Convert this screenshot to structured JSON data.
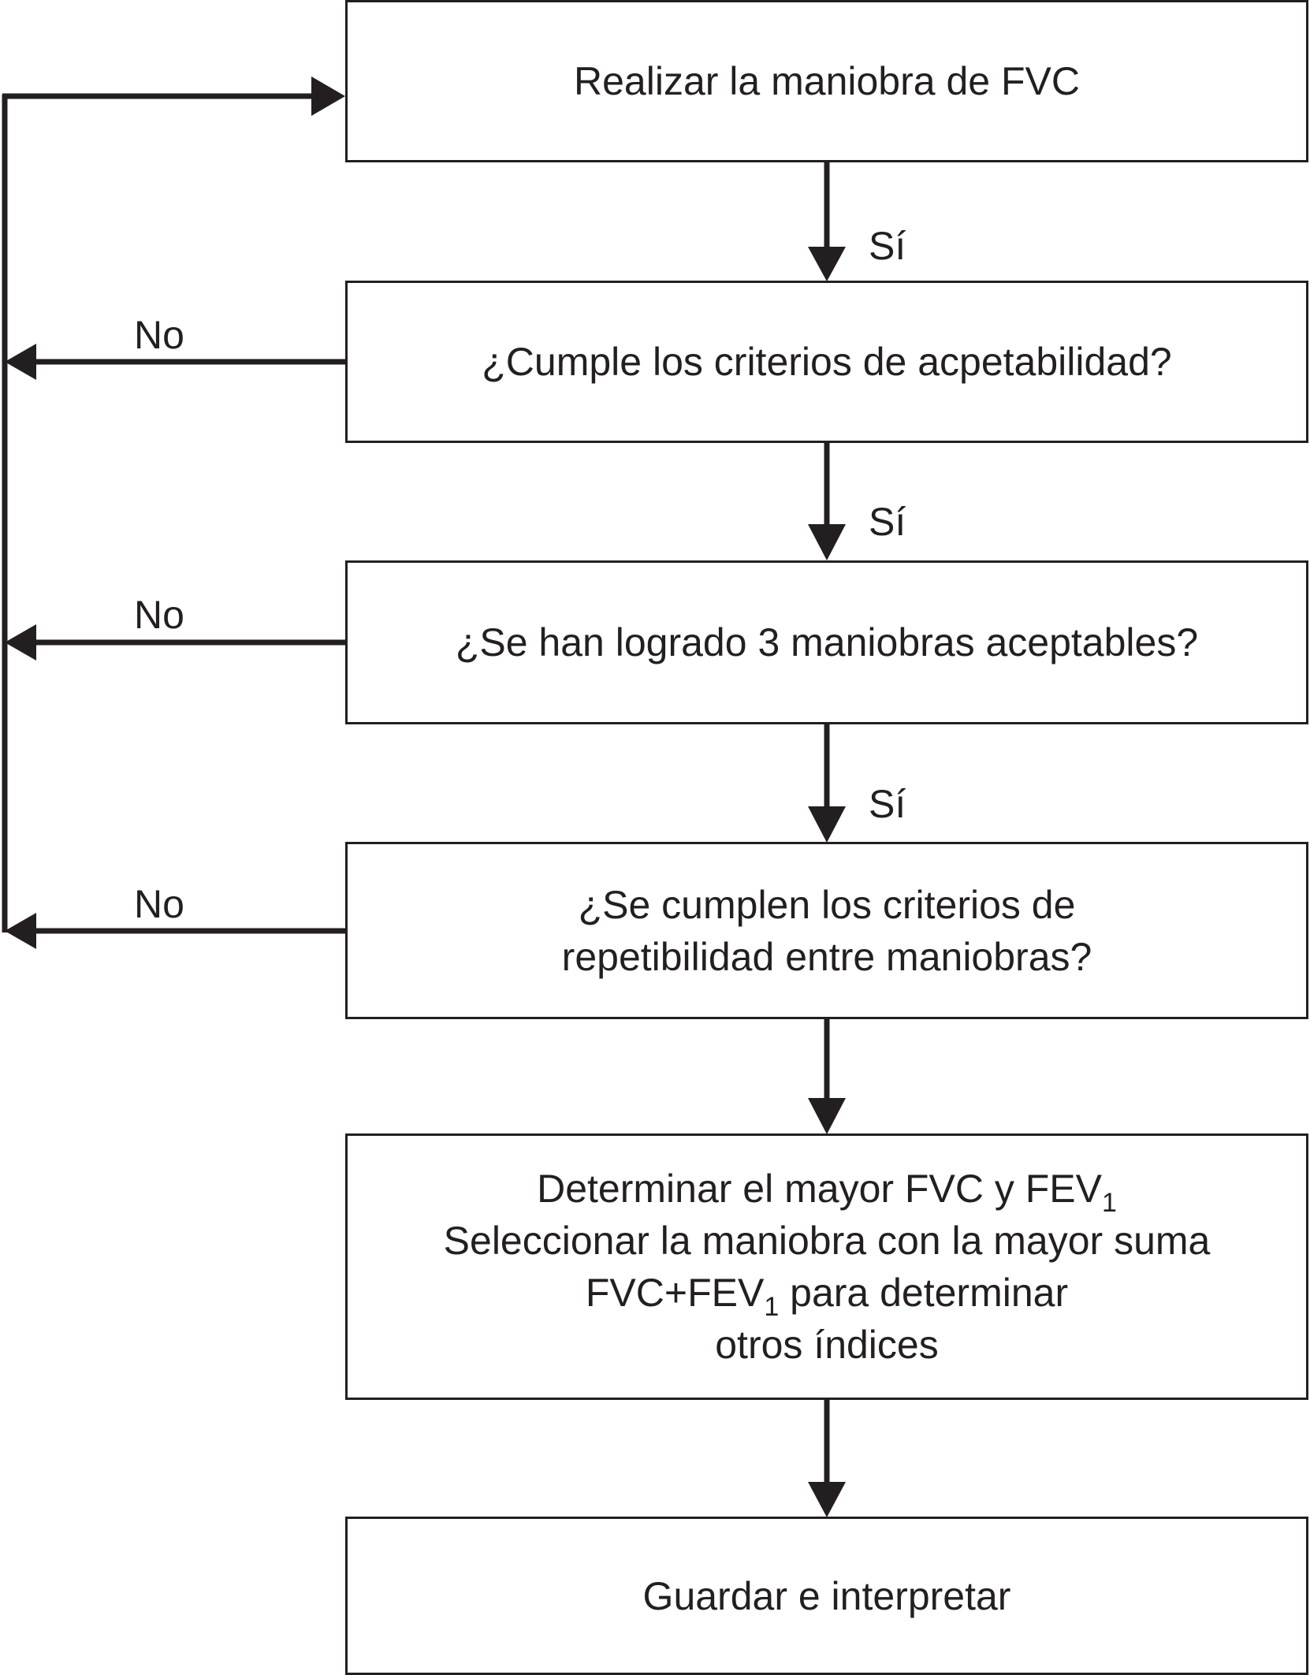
{
  "steps": {
    "perform": "Realizar la maniobra de FVC",
    "acceptability": "¿Cumple los criterios de acpetabilidad?",
    "three_acceptable": "¿Se han logrado 3 maniobras aceptables?",
    "repeatability_line1": "¿Se cumplen los criterios de",
    "repeatability_line2": "repetibilidad entre maniobras?",
    "determine": {
      "line1_text": "Determinar el mayor FVC y FEV",
      "line1_sub": "1",
      "line2": "Seleccionar la maniobra con la mayor suma",
      "line3_text_a": "FVC+FEV",
      "line3_sub": "1",
      "line3_text_b": " para determinar",
      "line4": "otros índices"
    },
    "save": "Guardar e interpretar"
  },
  "branch_labels": {
    "yes": "Sí",
    "no": "No"
  },
  "colors": {
    "ink": "#231f20",
    "background": "#ffffff"
  }
}
